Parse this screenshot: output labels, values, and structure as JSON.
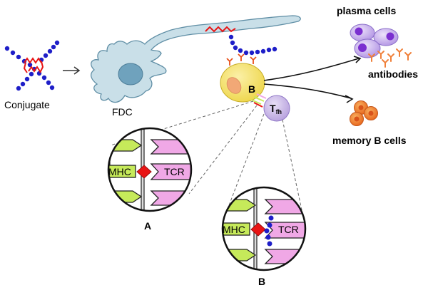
{
  "labels": {
    "conjugate": "Conjugate",
    "fdc": "FDC",
    "b_cell": "B",
    "tfh_main": "T",
    "tfh_sub": "fh",
    "plasma_cells": "plasma cells",
    "antibodies": "antibodies",
    "memory_b_cells": "memory B cells",
    "panel_a": "A",
    "panel_b": "B",
    "mhc_a": "MHC",
    "tcr_a": "TCR",
    "mhc_b": "MHC",
    "tcr_b": "TCR"
  },
  "colors": {
    "fdc": "#c9dfe8",
    "fdc_nucleus": "#6fa2bd",
    "b_cell": "#f3e06a",
    "tfh": "#c9b9e6",
    "mhc": "#c6ea5a",
    "tcr": "#f0a8e6",
    "antigen": "#e81414",
    "carrier": "#1e1ec8",
    "plasma": "#b99ae6",
    "memory": "#f07a22",
    "antibody": "#f0803a"
  }
}
